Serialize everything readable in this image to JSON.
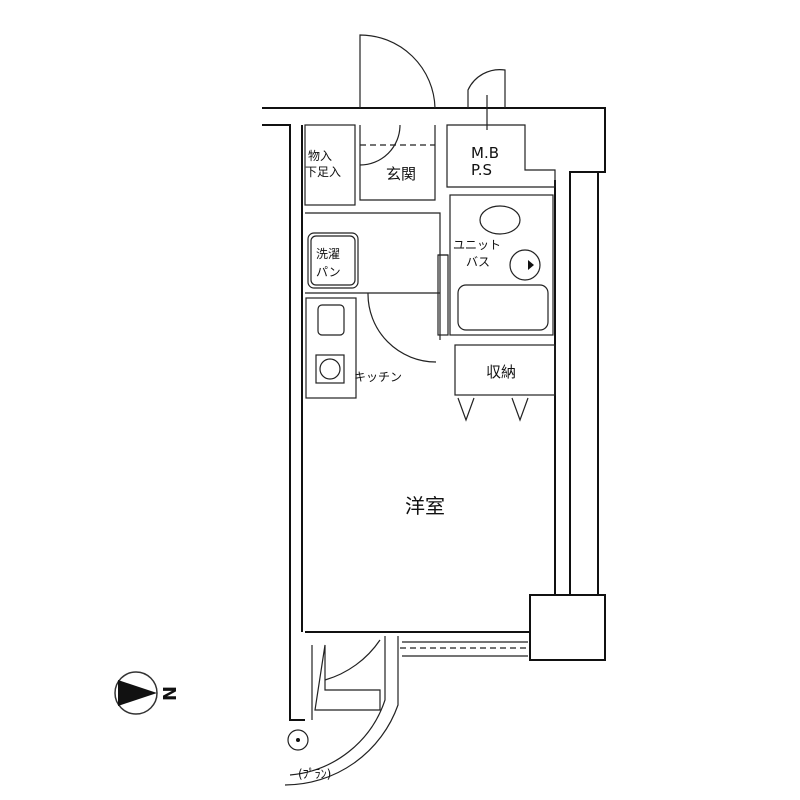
{
  "rooms": {
    "storage_shoe": [
      "物入",
      "下足入"
    ],
    "entrance": "玄関",
    "mbps": [
      "M.B",
      "P.S"
    ],
    "unit_bath": [
      "ユニット",
      "バス"
    ],
    "washer_pan": [
      "洗濯",
      "パン"
    ],
    "kitchen": "キッチン",
    "closet": "収納",
    "western_room": "洋室"
  },
  "compass": {
    "label": "N"
  },
  "balcony_note": "(ﾌﾟﾗﾝ)"
}
